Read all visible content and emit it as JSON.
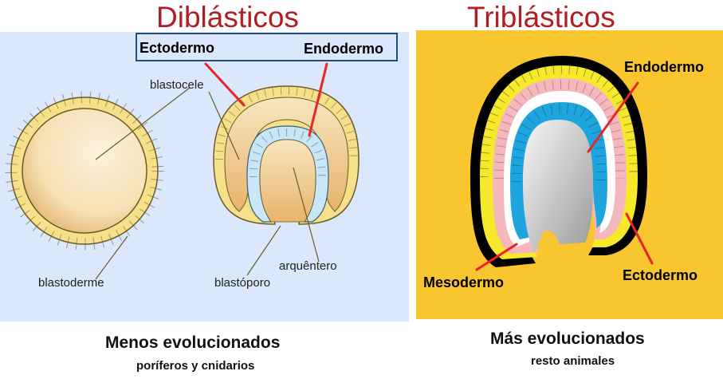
{
  "headings": {
    "left": "Diblásticos",
    "right": "Triblásticos"
  },
  "diblastic": {
    "ectoderm_label": "Ectodermo",
    "endoderm_label": "Endodermo",
    "blastocele_label": "blastocele",
    "blastoderme_label": "blastoderme",
    "arquentero_label": "arquêntero",
    "blastoporo_label": "blastóporo",
    "caption": "Menos evolucionados",
    "subcaption": "poríferos y cnidarios"
  },
  "triblastic": {
    "endoderm_label": "Endodermo",
    "mesoderm_label": "Mesodermo",
    "ectoderm_label": "Ectodermo",
    "caption": "Más evolucionados",
    "subcaption": "resto animales"
  },
  "colors": {
    "heading_red": "#b01e23",
    "pointer_red": "#e8232a",
    "box_border": "#1f4e79",
    "cell_yellow": "#f6e28a",
    "cell_blue": "#1fa5de",
    "cell_light_blue": "#c8e6f5",
    "cell_pink": "#f4b8bc",
    "blastula_fill": "#f9e6c0",
    "panel_blue": "#dbe8fb",
    "panel_yellow": "#f9c62f"
  }
}
